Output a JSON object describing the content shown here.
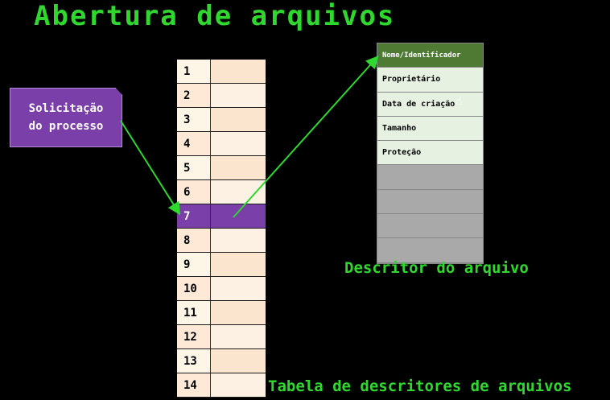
{
  "title": "Abertura de arquivos",
  "request_box": {
    "text": "Solicitação\ndo processo"
  },
  "fd_table": {
    "label": "Tabela de descritores de arquivos",
    "rows": [
      "1",
      "2",
      "3",
      "4",
      "5",
      "6",
      "7",
      "8",
      "9",
      "10",
      "11",
      "12",
      "13",
      "14"
    ],
    "selected": "7"
  },
  "descriptor": {
    "label": "Descritor do arquivo",
    "fields": [
      "Nome/Identificador",
      "Proprietário",
      "Data de criação",
      "Tamanho",
      "Proteção",
      "",
      "",
      "",
      ""
    ]
  },
  "colors": {
    "accent_green": "#2fd72f",
    "purple": "#7a3fa8",
    "header_green": "#4e7a34"
  },
  "icons": {
    "cursor": "hand-cursor-icon"
  }
}
